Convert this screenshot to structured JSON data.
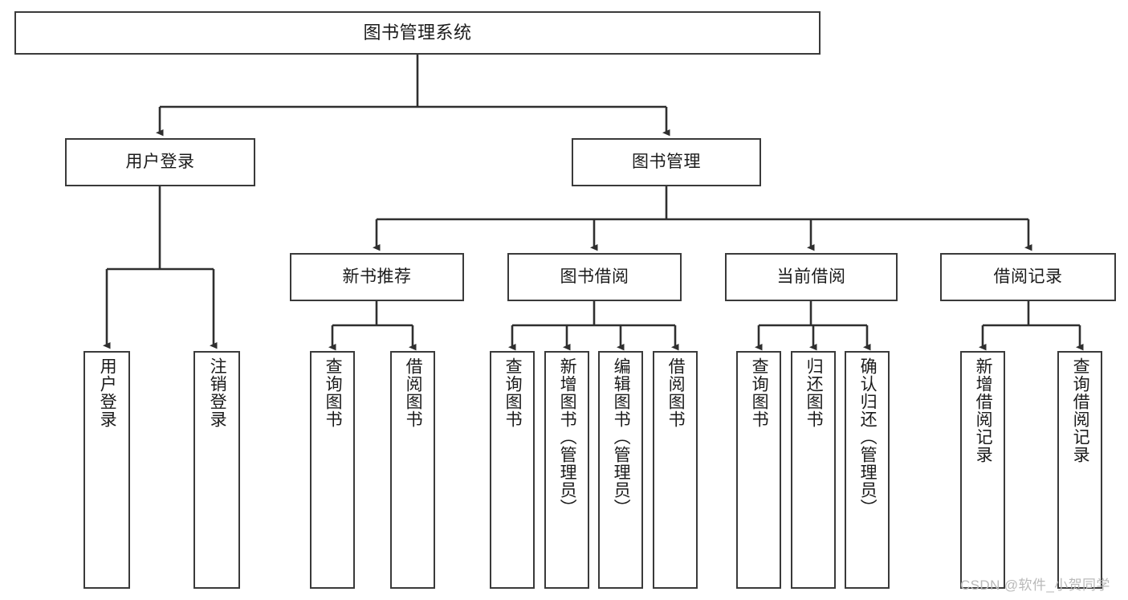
{
  "diagram": {
    "title": "图书管理系统",
    "type": "tree-hierarchy",
    "root": {
      "label": "图书管理系统"
    },
    "level2": [
      {
        "label": "用户登录"
      },
      {
        "label": "图书管理"
      }
    ],
    "level3": [
      {
        "label": "新书推荐"
      },
      {
        "label": "图书借阅"
      },
      {
        "label": "当前借阅"
      },
      {
        "label": "借阅记录"
      }
    ],
    "leaves": {
      "user_login": [
        {
          "label": "用户登录"
        },
        {
          "label": "注销登录"
        }
      ],
      "new_book_recommend": [
        {
          "label": "查询图书"
        },
        {
          "label": "借阅图书"
        }
      ],
      "book_borrow": [
        {
          "label": "查询图书"
        },
        {
          "label": "新增图书（管理员）"
        },
        {
          "label": "编辑图书（管理员）"
        },
        {
          "label": "借阅图书"
        }
      ],
      "current_borrow": [
        {
          "label": "查询图书"
        },
        {
          "label": "归还图书"
        },
        {
          "label": "确认归还（管理员）"
        }
      ],
      "borrow_record": [
        {
          "label": "新增借阅记录"
        },
        {
          "label": "查询借阅记录"
        }
      ]
    }
  },
  "watermark": {
    "text": "CSDN @软件_小贺同学"
  },
  "colors": {
    "box_border": "#3a3a3a",
    "connector": "#2f2f2f",
    "background": "#ffffff",
    "text": "#1b1b1b",
    "watermark": "#b9b9b9"
  }
}
